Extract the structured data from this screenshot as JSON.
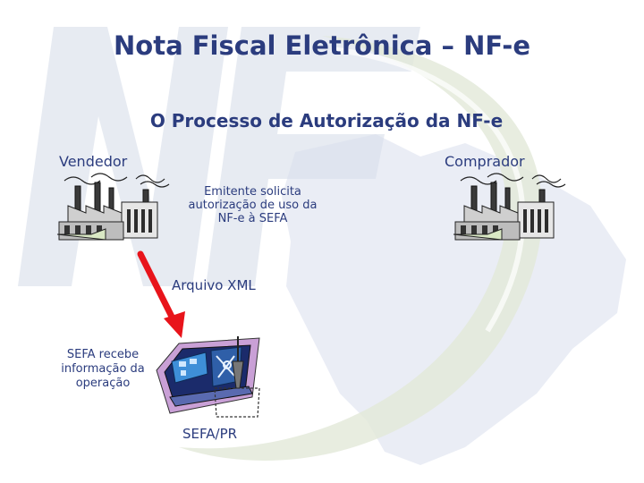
{
  "slide": {
    "title": "Nota Fiscal Eletrônica – NF-e",
    "subtitle": "O Processo de Autorização da NF-e"
  },
  "diagram": {
    "seller_label": "Vendedor",
    "buyer_label": "Comprador",
    "emit_request_text": "Emitente solicita autorização de uso da NF-e à SEFA",
    "file_label": "Arquivo XML",
    "sefa_receive_text": "SEFA recebe informação da operação",
    "sefa_label": "SEFA/PR"
  },
  "colors": {
    "text": "#2b3c7e",
    "arrow": "#e8141b",
    "background_logo": "#e4e9f1",
    "background_map": "#d6dcea"
  },
  "icons": [
    "factory-icon",
    "computer-terminal-icon",
    "arrow-icon"
  ]
}
